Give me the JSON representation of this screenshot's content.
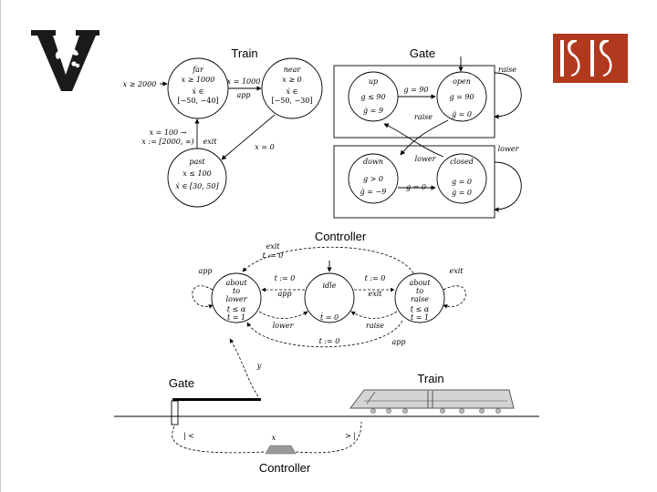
{
  "colors": {
    "logo_dark": "#1a1a1a",
    "logo_red": "#b0391e",
    "train_body": "#d4d4d4"
  },
  "icons": {
    "left_logo": "vanderbilt-oak-v-logo",
    "right_logo": "isis-logo"
  },
  "titles": {
    "train": "Train",
    "gate": "Gate",
    "controller": "Controller",
    "scene_gate": "Gate",
    "scene_train": "Train",
    "scene_controller": "Controller"
  },
  "train_automaton": {
    "far": {
      "name": "far",
      "inv": "x ≥ 1000",
      "rate_a": "ẋ ∈",
      "rate_b": "[−50, −40]"
    },
    "near": {
      "name": "near",
      "inv": "x ≥ 0",
      "rate_a": "ẋ ∈",
      "rate_b": "[−50, −30]"
    },
    "past": {
      "name": "past",
      "inv": "x ≤ 100",
      "rate": "ẋ ∈ [30, 50]"
    },
    "init": "x ≥ 2000",
    "edge_far_near": "x = 1000",
    "edge_far_near_event": "app",
    "edge_near_past": "x = 0",
    "edge_past_far_a": "x = 100 →",
    "edge_past_far_b": "x := [2000, ∞)",
    "edge_past_far_event": "exit"
  },
  "gate_automaton": {
    "up": {
      "name": "up",
      "inv": "g ≤ 90",
      "rate": "ġ = 9"
    },
    "open": {
      "name": "open",
      "inv": "g = 90",
      "rate": "ġ = 0"
    },
    "down": {
      "name": "down",
      "inv": "g > 0",
      "rate": "ġ = −9"
    },
    "closed": {
      "name": "closed",
      "inv": "g = 0",
      "rate": "ġ = 0"
    },
    "edge_up_open": "g = 90",
    "edge_down_closed": "g = 0",
    "raise_self": "raise",
    "raise_edge": "raise",
    "lower_edge": "lower",
    "lower_self": "lower"
  },
  "controller_automaton": {
    "about_lower": {
      "l1": "about",
      "l2": "to",
      "l3": "lower",
      "inv": "t ≤ α",
      "rate": "ṫ = 1"
    },
    "idle": {
      "name": "idle",
      "rate": "ṫ = 0"
    },
    "about_raise": {
      "l1": "about",
      "l2": "to",
      "l3": "raise",
      "inv": "t ≤ α",
      "rate": "ṫ = 1"
    },
    "top_exit": "exit",
    "top_reset": "t := 0",
    "app_self": "app",
    "exit_self": "exit",
    "reset_left": "t := 0",
    "app_mid": "app",
    "reset_right": "t := 0",
    "exit_mid": "exit",
    "lower_edge": "lower",
    "raise_edge": "raise",
    "bottom_reset": "t := 0",
    "bottom_app": "app"
  },
  "scene": {
    "y_label": "y",
    "left_mark": "| <",
    "right_mark": "> |",
    "x_label": "x"
  }
}
